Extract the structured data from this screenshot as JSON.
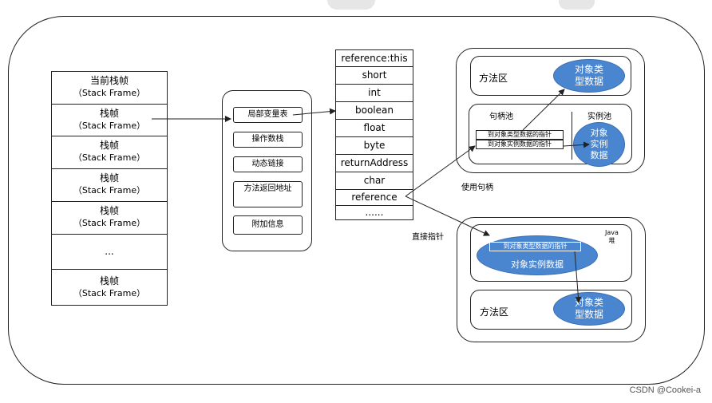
{
  "stack": {
    "cells": [
      {
        "zh": "当前栈帧",
        "en": "（Stack Frame）"
      },
      {
        "zh": "栈帧",
        "en": "（Stack Frame）"
      },
      {
        "zh": "栈帧",
        "en": "（Stack Frame）"
      },
      {
        "zh": "栈帧",
        "en": "（Stack Frame）"
      },
      {
        "zh": "栈帧",
        "en": "（Stack Frame）"
      },
      {
        "zh": "...",
        "en": ""
      },
      {
        "zh": "栈帧",
        "en": "（Stack Frame）"
      }
    ]
  },
  "frame": {
    "items": [
      "局部变量表",
      "操作数栈",
      "动态链接",
      "方法返回地址",
      "附加信息"
    ]
  },
  "local_vars": {
    "rows": [
      "reference:this",
      "short",
      "int",
      "boolean",
      "float",
      "byte",
      "returnAddress",
      "char",
      "reference",
      "......"
    ]
  },
  "handle_region": {
    "method_area_label": "方法区",
    "type_data_line1": "对象类",
    "type_data_line2": "型数据",
    "handle_pool_label": "句柄池",
    "instance_pool_label": "实例池",
    "ptr_type": "到对象类型数据的指针",
    "ptr_instance": "到对象实例数据的指针",
    "instance_line1": "对象",
    "instance_line2": "实例",
    "instance_line3": "数据",
    "caption": "使用句柄"
  },
  "direct_region": {
    "direct_label": "直接指针",
    "heap_label_line1": "Java",
    "heap_label_line2": "堆",
    "ptr_type": "到对象类型数据的指针",
    "instance_data": "对象实例数据",
    "method_area_label": "方法区",
    "type_data_line1": "对象类",
    "type_data_line2": "型数据"
  },
  "watermark": "CSDN @Cookei-a"
}
